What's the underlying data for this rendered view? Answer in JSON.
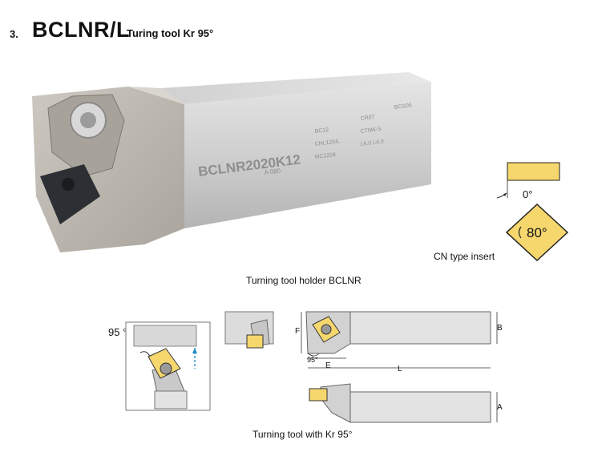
{
  "header": {
    "number": "3.",
    "code": "BCLNR/L",
    "subtitle": "Turing tool Kr 95°"
  },
  "photo": {
    "engraving_main": "BCLNR2020K12",
    "engraving_sub": "A 080",
    "spare_parts": [
      "BC12",
      "CNL1204..",
      "MC1204",
      "CR07",
      "CTM6-S",
      "L6.0 L4.0",
      "BCS05"
    ]
  },
  "insert": {
    "angle_relief": "0°",
    "angle_nose": "80°",
    "caption": "CN type insert"
  },
  "captions": {
    "holder": "Turning tool holder BCLNR",
    "kr": "Turning tool with Kr 95°"
  },
  "diagram": {
    "angle_label": "95 °",
    "dims": {
      "F": "F",
      "B": "B",
      "E": "E",
      "L": "L",
      "A": "A",
      "angle": "95°"
    }
  },
  "colors": {
    "insert_yellow": "#f5d76e",
    "steel": "#d2d2d2",
    "steel_dark": "#9a9a9a"
  }
}
